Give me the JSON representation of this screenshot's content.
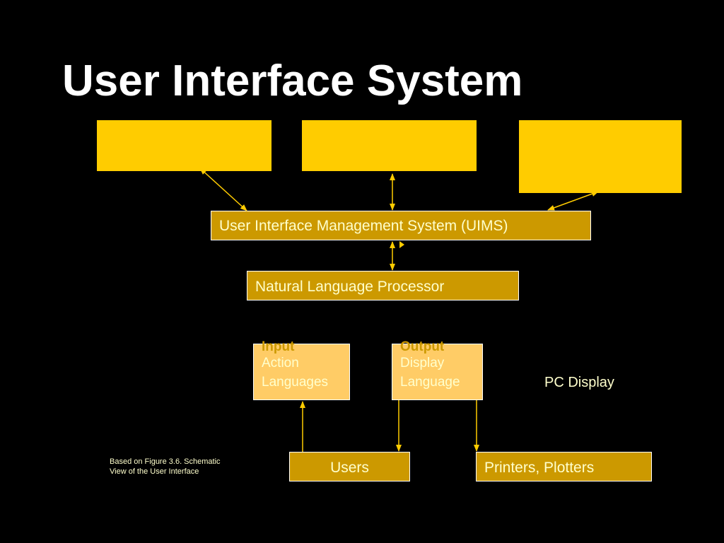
{
  "slide": {
    "title": "User Interface System"
  },
  "diagram": {
    "uims_label": "User Interface Management System (UIMS)",
    "nlp_label": "Natural Language Processor",
    "input_box": {
      "heading": "Input",
      "line1": "Action",
      "line2": "Languages"
    },
    "output_box": {
      "heading": "Output",
      "line1": "Display",
      "line2": "Language"
    },
    "pc_display_label": "PC Display",
    "users_label": "Users",
    "printers_label": "Printers, Plotters",
    "footnote": "Based on Figure 3.6.  Schematic\nView of the User Interface"
  },
  "colors": {
    "background": "#000000",
    "title": "#ffffff",
    "top_box_fill": "#ffcc00",
    "dark_box_fill": "#cc9900",
    "light_box_fill": "#ffcc66",
    "text": "#ffffcc",
    "arrow": "#ffcc00"
  }
}
